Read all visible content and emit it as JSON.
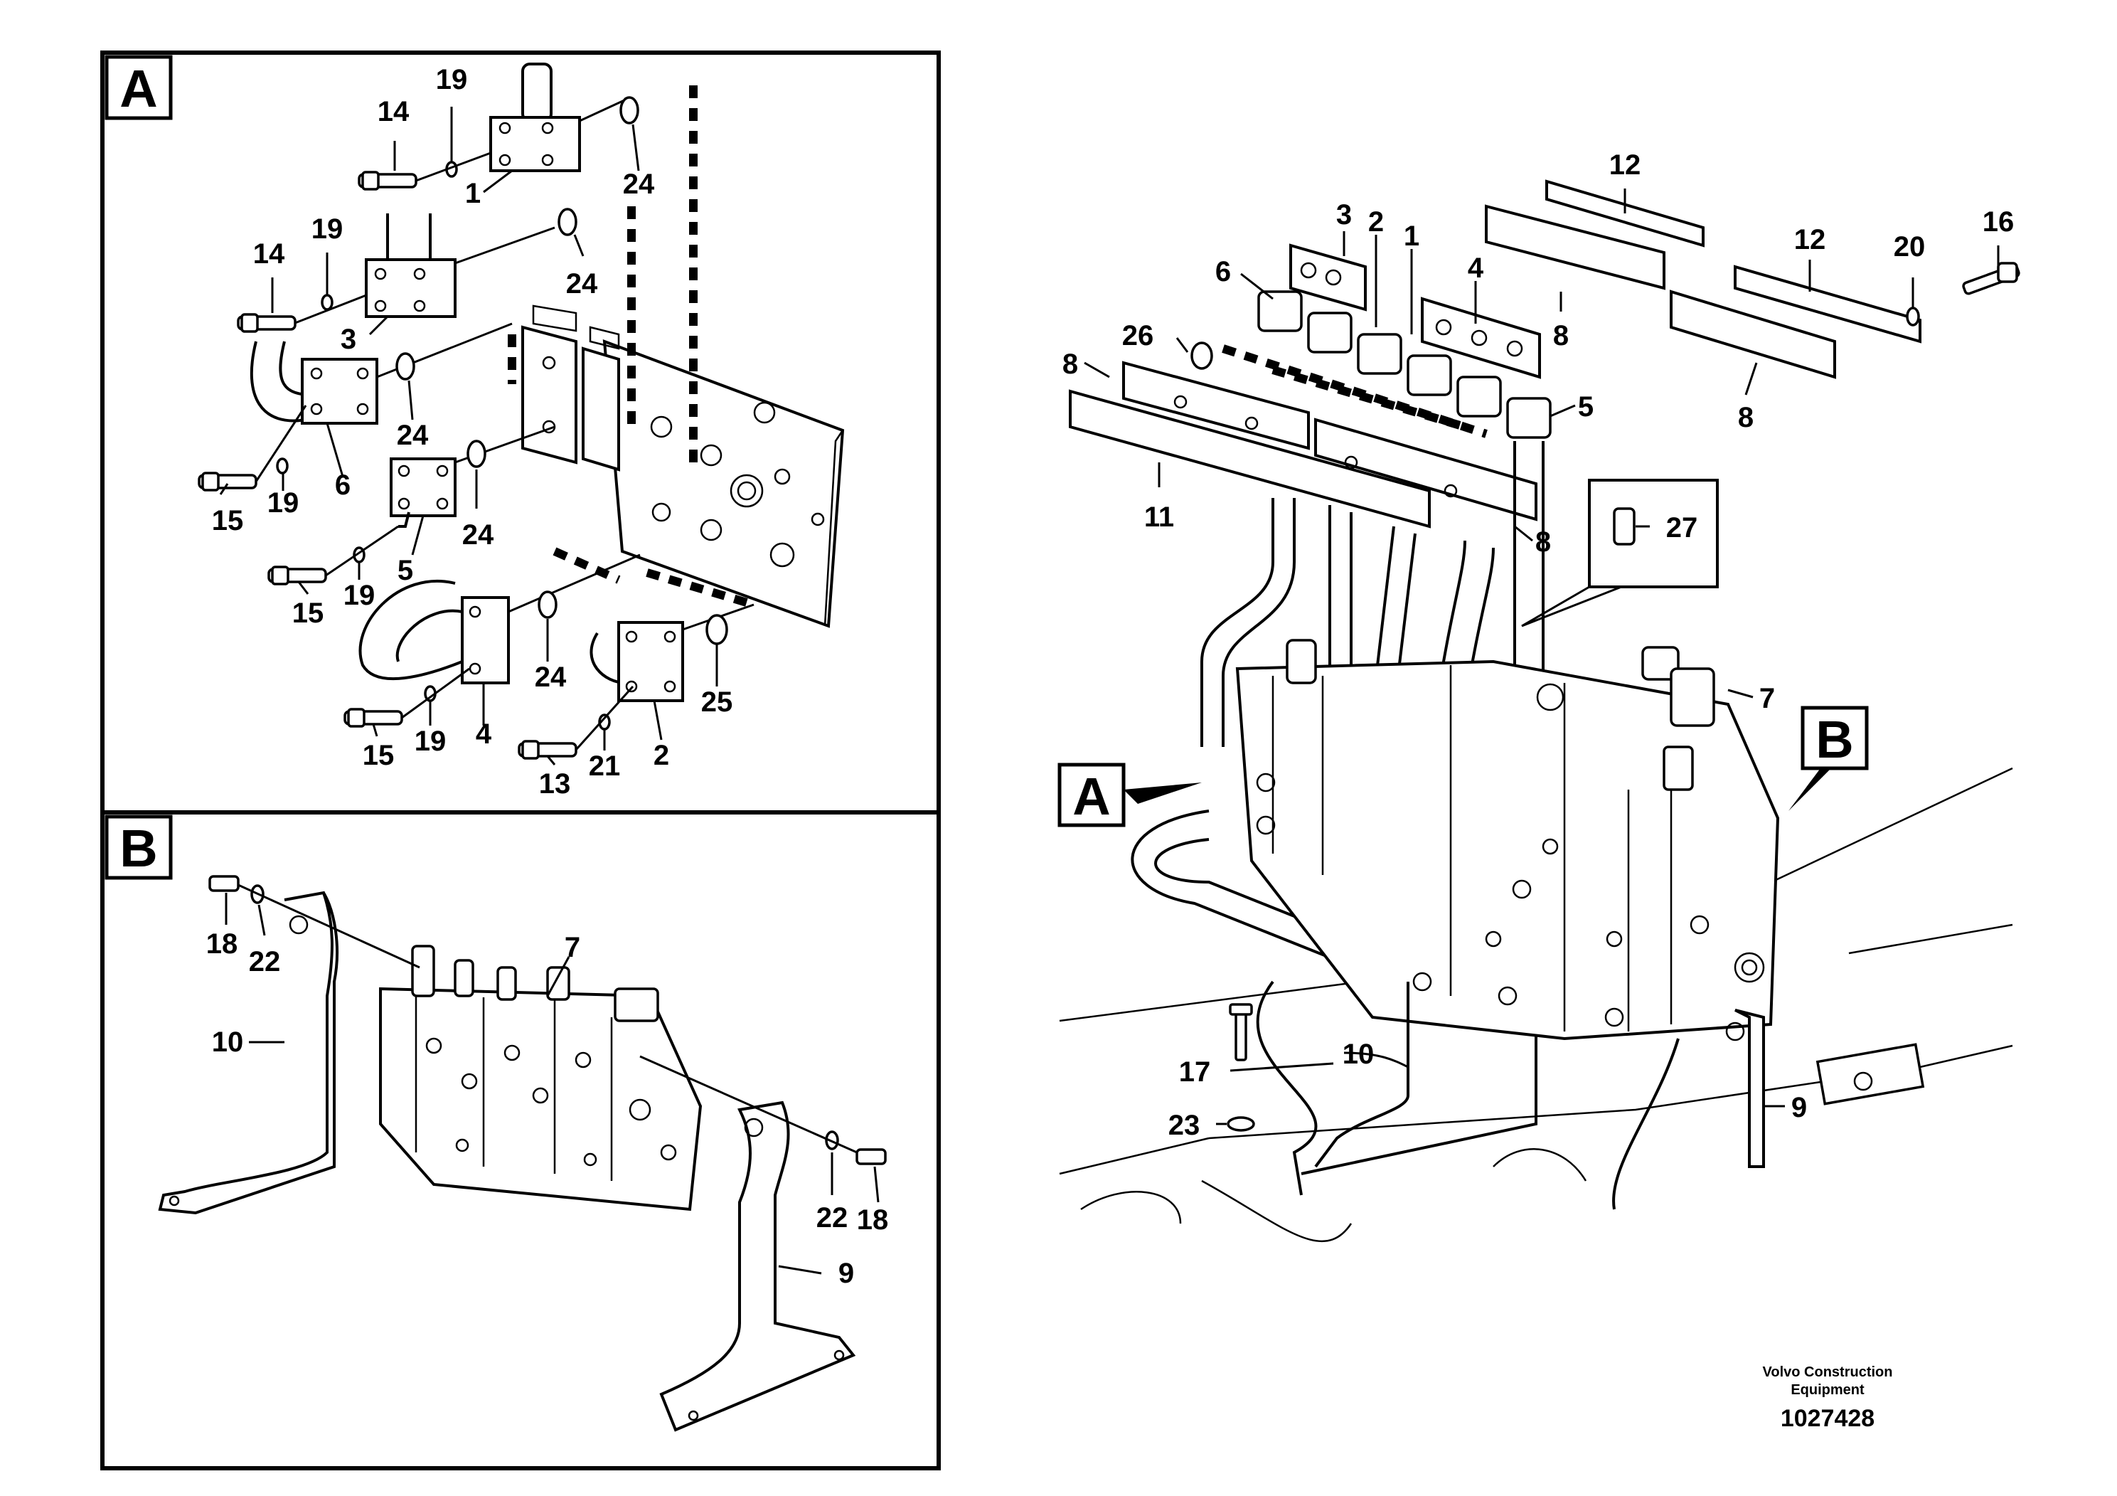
{
  "panels": {
    "a_label": "A",
    "b_label": "B"
  },
  "callouts_a": [
    "14",
    "19",
    "1",
    "24",
    "14",
    "19",
    "24",
    "3",
    "24",
    "15",
    "19",
    "6",
    "24",
    "15",
    "19",
    "5",
    "24",
    "25",
    "15",
    "19",
    "4",
    "13",
    "21",
    "2"
  ],
  "callouts_b": [
    "18",
    "22",
    "7",
    "10",
    "22",
    "18",
    "9"
  ],
  "callouts_main": [
    "12",
    "12",
    "16",
    "20",
    "3",
    "2",
    "1",
    "4",
    "6",
    "26",
    "8",
    "8",
    "8",
    "5",
    "11",
    "8",
    "27",
    "7",
    "A",
    "B",
    "17",
    "10",
    "23",
    "9"
  ],
  "brand": {
    "line1": "Volvo Construction",
    "line2": "Equipment"
  },
  "doc_number": "1027428"
}
